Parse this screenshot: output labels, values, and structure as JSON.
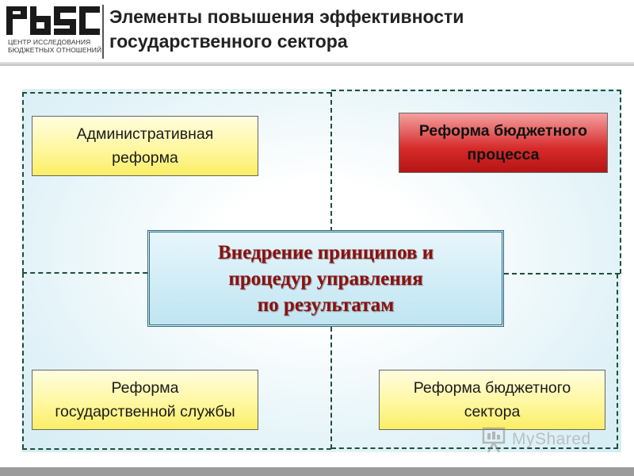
{
  "header": {
    "logo_caption_line1": "ЦЕНТР ИССЛЕДОВАНИЯ",
    "logo_caption_line2": "БЮДЖЕТНЫХ ОТНОШЕНИЙ",
    "title": "Элементы повышения эффективности государственного сектора"
  },
  "diagram": {
    "center": "Внедрение принципов и\nпроцедур управления\nпо результатам",
    "nodes": {
      "top_left": "Административная\nреформа",
      "top_right": "Реформа бюджетного\nпроцесса",
      "bottom_left": "Реформа\nгосударственной службы",
      "bottom_right": "Реформа бюджетного\nсектора"
    }
  },
  "colors": {
    "accent_red": "#c21d1d",
    "box_yellow": "#fff7a0",
    "center_text": "#8b1010",
    "dash_line": "#1f4f38"
  },
  "watermark": {
    "text": "MyShared",
    "icon": "presentation-board-icon"
  }
}
